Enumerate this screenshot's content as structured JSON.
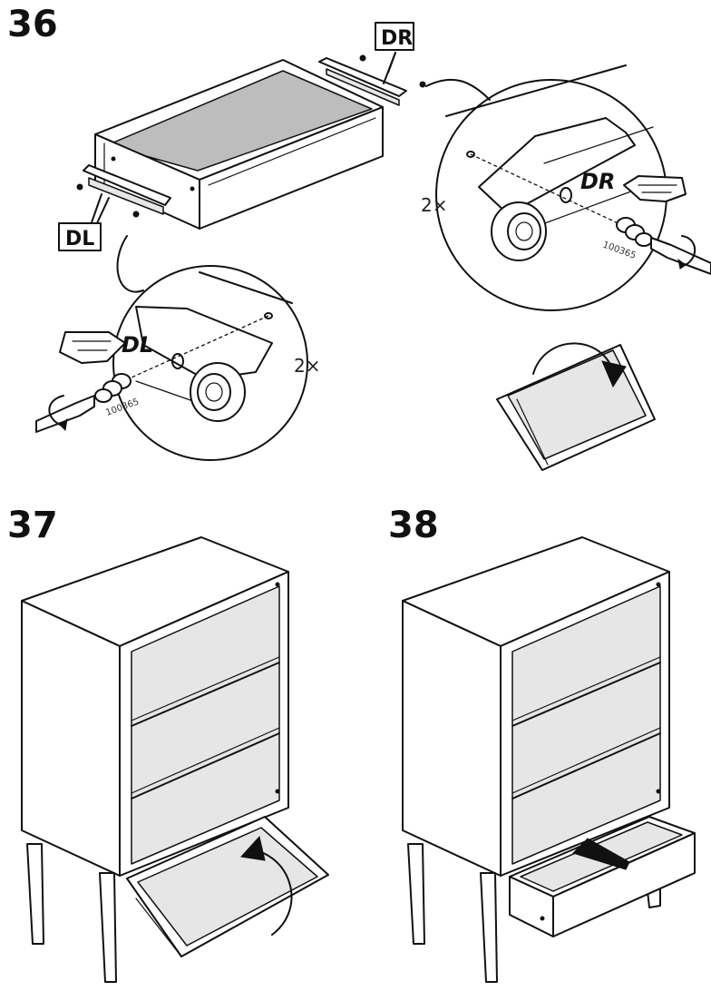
{
  "steps": [
    {
      "number": "36"
    },
    {
      "number": "37"
    },
    {
      "number": "38"
    }
  ],
  "step36": {
    "right_rail_tag": "DR",
    "left_rail_tag": "DL",
    "detail_right": {
      "quantity": "2×",
      "rail_tag": "DR",
      "part_number": "100365"
    },
    "detail_left": {
      "quantity": "2×",
      "rail_tag": "DL",
      "part_number": "100365"
    }
  }
}
